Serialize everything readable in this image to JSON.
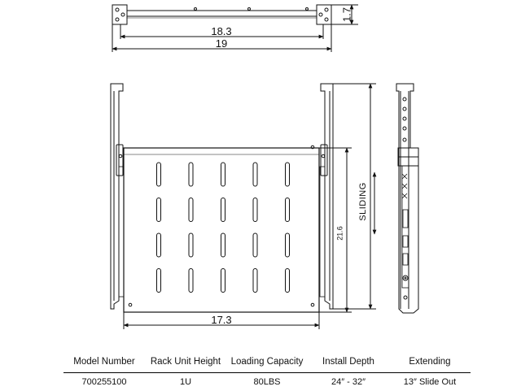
{
  "drawing": {
    "top_view": {
      "width_inner_label": "18.3",
      "width_outer_label": "19",
      "height_label": "1.7"
    },
    "front_view": {
      "tray_width_label": "17.3",
      "tray_depth_label": "21.6",
      "sliding_label": "SLIDING",
      "vent_rows": 4,
      "vent_columns": 5
    }
  },
  "spec_table": {
    "headers": [
      "Model Number",
      "Rack Unit Height",
      "Loading Capacity",
      "Install Depth",
      "Extending"
    ],
    "row": [
      "700255100",
      "1U",
      "80LBS",
      "24″ - 32″",
      "13″ Slide Out"
    ]
  },
  "colors": {
    "line": "#111111",
    "background": "#ffffff"
  }
}
